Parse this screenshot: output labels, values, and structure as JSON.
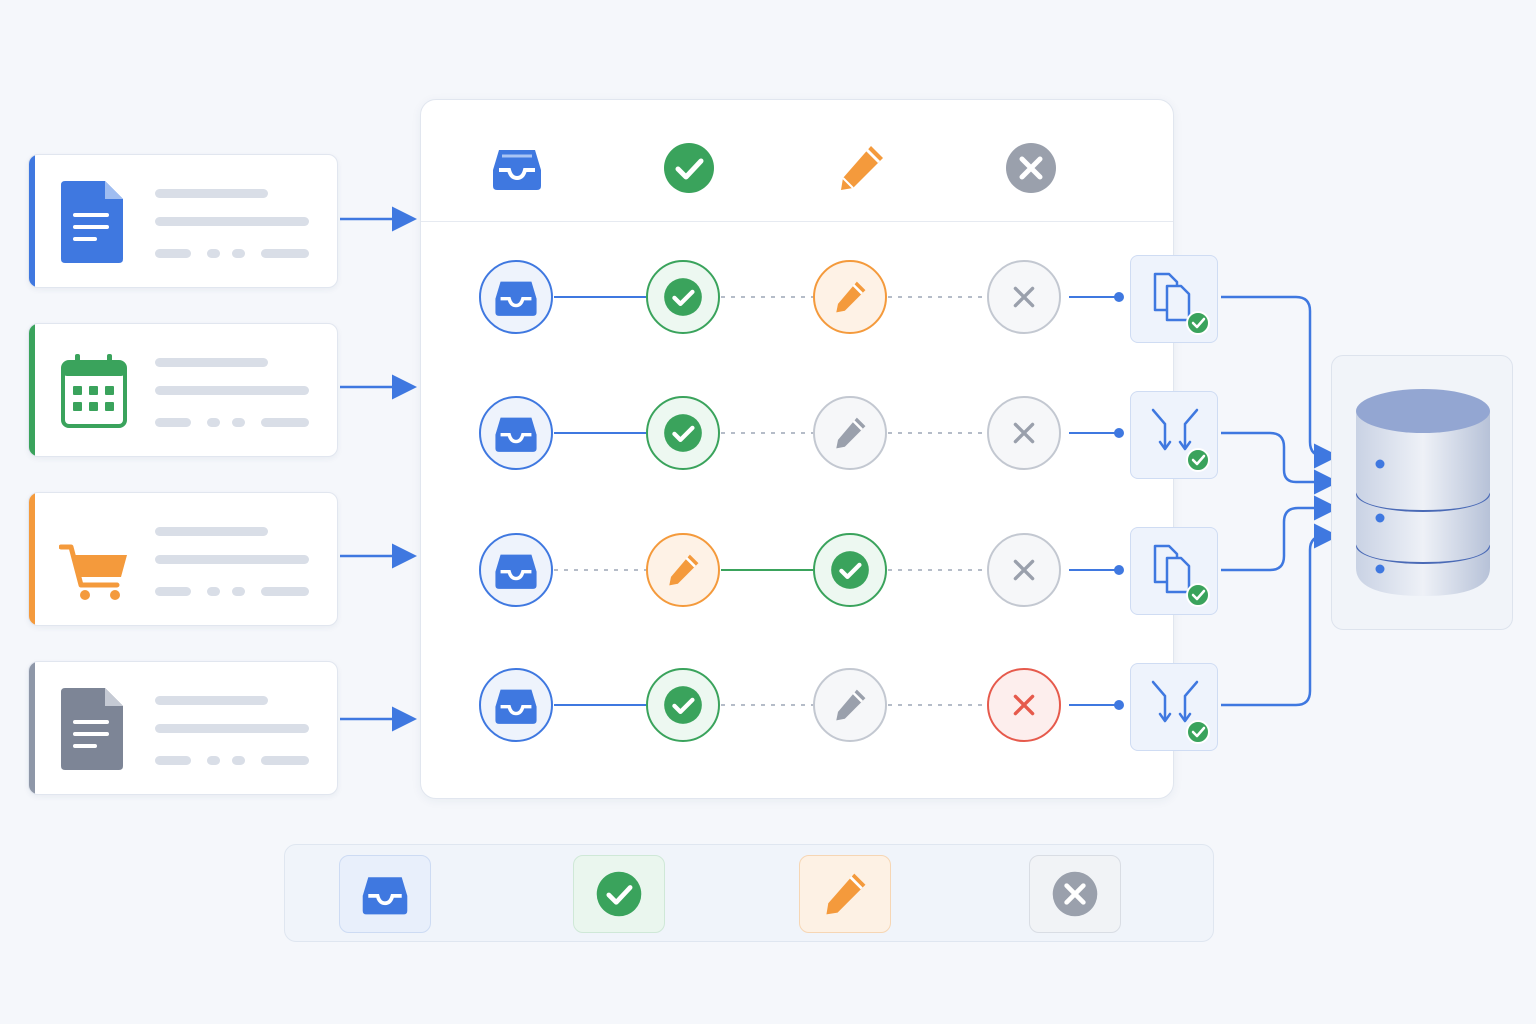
{
  "colors": {
    "blue": "#3f78e0",
    "green": "#3aa35c",
    "orange": "#f49a3c",
    "gray": "#9aa0ac",
    "red": "#e65a4c",
    "background": "#f5f7fb"
  },
  "sources": [
    {
      "name": "document",
      "icon": "document-icon",
      "accent": "#3f78e0"
    },
    {
      "name": "calendar",
      "icon": "calendar-icon",
      "accent": "#3aa35c"
    },
    {
      "name": "cart",
      "icon": "shopping-cart-icon",
      "accent": "#f49a3c"
    },
    {
      "name": "document-gray",
      "icon": "document-icon",
      "accent": "#8e97a8"
    }
  ],
  "header_icons": [
    "inbox-icon",
    "check-circle-icon",
    "pencil-icon",
    "x-circle-icon"
  ],
  "rows": [
    {
      "steps": [
        "inbox",
        "check",
        "pencil-orange",
        "x-gray"
      ],
      "output": "copy-icon"
    },
    {
      "steps": [
        "inbox",
        "check",
        "pencil-gray",
        "x-gray"
      ],
      "output": "merge-icon"
    },
    {
      "steps": [
        "inbox",
        "pencil-orange",
        "check",
        "x-gray"
      ],
      "output": "copy-icon"
    },
    {
      "steps": [
        "inbox",
        "check",
        "pencil-gray",
        "x-red"
      ],
      "output": "merge-icon"
    }
  ],
  "destination": "database-icon",
  "legend": [
    "inbox-icon",
    "check-circle-icon",
    "pencil-icon",
    "x-circle-icon"
  ]
}
